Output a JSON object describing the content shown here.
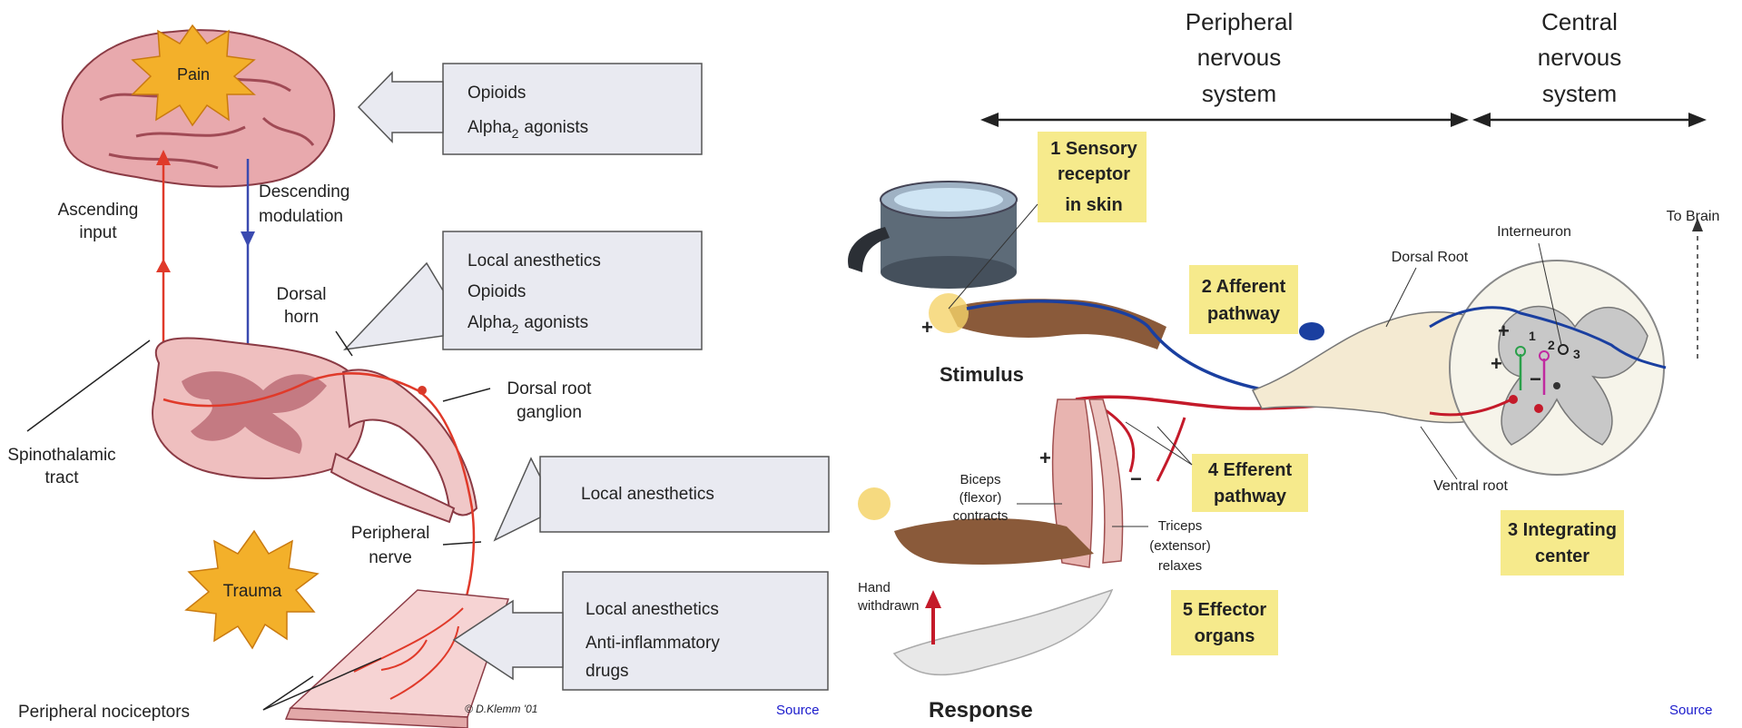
{
  "left": {
    "pain": "Pain",
    "trauma": "Trauma",
    "ascending": [
      "Ascending",
      "input"
    ],
    "descending": [
      "Descending",
      "modulation"
    ],
    "dorsal_horn": [
      "Dorsal",
      "horn"
    ],
    "drg": [
      "Dorsal root",
      "ganglion"
    ],
    "spinothalamic": [
      "Spinothalamic",
      "tract"
    ],
    "peripheral_nerve": [
      "Peripheral",
      "nerve"
    ],
    "nociceptors": "Peripheral nociceptors",
    "credit": "© D.Klemm '01",
    "box1": {
      "line1": "Opioids",
      "alpha": "Alpha",
      "sub": "2",
      "agonists": "agonists"
    },
    "box2": {
      "line1": "Local anesthetics",
      "line2": "Opioids",
      "alpha": "Alpha",
      "sub": "2",
      "agonists": "agonists"
    },
    "box3": {
      "line1": "Local anesthetics"
    },
    "box4": {
      "line1": "Local anesthetics",
      "line2": "Anti-inflammatory",
      "line3": "drugs"
    },
    "source": "Source"
  },
  "right": {
    "pns": [
      "Peripheral",
      "nervous",
      "system"
    ],
    "cns": [
      "Central",
      "nervous",
      "system"
    ],
    "box_sensory": [
      "1 Sensory",
      "receptor",
      "in skin"
    ],
    "box_afferent": [
      "2 Afferent",
      "pathway"
    ],
    "box_efferent": [
      "4 Efferent",
      "pathway"
    ],
    "box_effector": [
      "5 Effector",
      "organs"
    ],
    "box_integrating": [
      "3 Integrating",
      "center"
    ],
    "stimulus": "Stimulus",
    "response": "Response",
    "dorsal_root": "Dorsal Root",
    "interneuron": "Interneuron",
    "to_brain": "To Brain",
    "ventral_root": "Ventral root",
    "biceps": [
      "Biceps",
      "(flexor)",
      "contracts"
    ],
    "triceps": [
      "Triceps",
      "(extensor)",
      "relaxes"
    ],
    "hand": [
      "Hand",
      "withdrawn"
    ],
    "n1": "1",
    "n2": "2",
    "n3": "3",
    "plus": "+",
    "minus": "−",
    "source": "Source"
  }
}
